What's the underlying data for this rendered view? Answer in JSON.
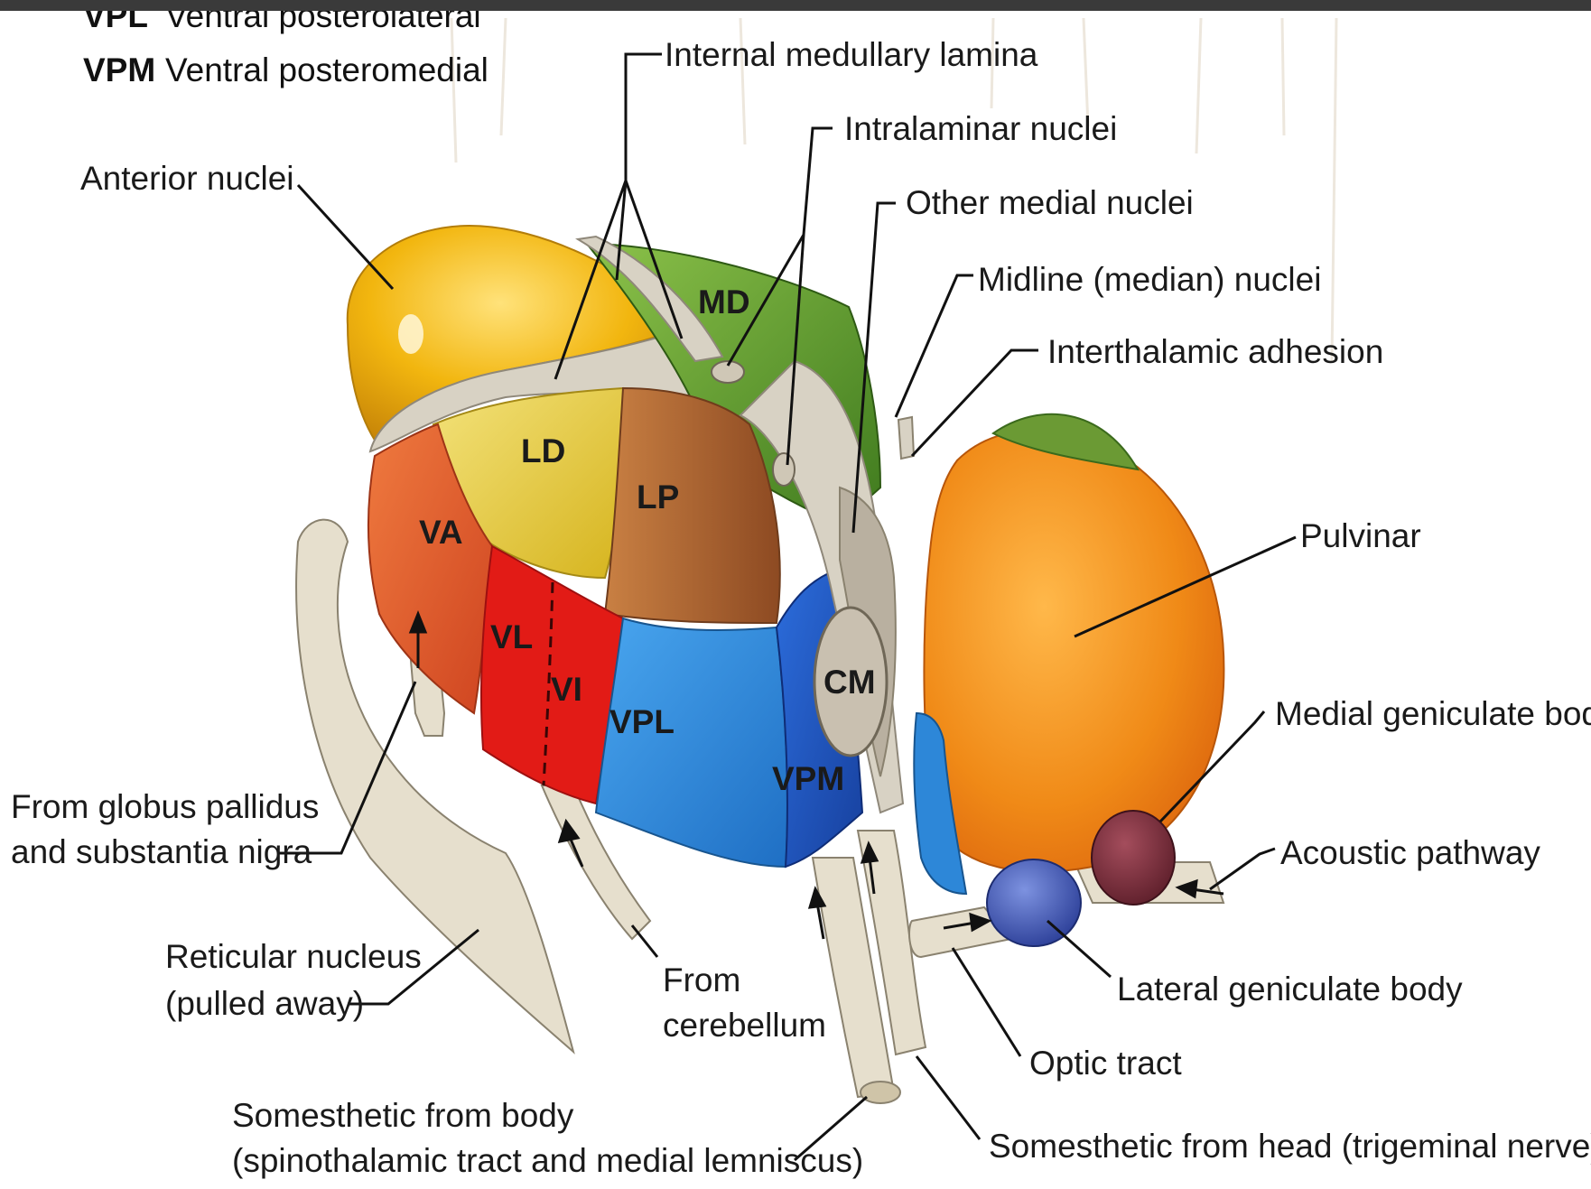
{
  "legend": {
    "items": [
      {
        "abbr": "VPL",
        "desc": "Ventral posterolateral"
      },
      {
        "abbr": "VPM",
        "desc": "Ventral posteromedial"
      }
    ]
  },
  "labels": {
    "internal_medullary_lamina": "Internal medullary lamina",
    "intralaminar_nuclei": "Intralaminar nuclei",
    "other_medial_nuclei": "Other medial nuclei",
    "midline_nuclei": "Midline (median) nuclei",
    "interthalamic_adhesion": "Interthalamic adhesion",
    "anterior_nuclei": "Anterior nuclei",
    "pulvinar": "Pulvinar",
    "medial_geniculate": "Medial geniculate body",
    "acoustic_pathway": "Acoustic pathway",
    "lateral_geniculate": "Lateral geniculate body",
    "optic_tract": "Optic tract",
    "from_globus_line1": "From globus pallidus",
    "from_globus_line2": "and substantia nigra",
    "reticular_line1": "Reticular nucleus",
    "reticular_line2": "(pulled away)",
    "from_cerebellum_line1": "From",
    "from_cerebellum_line2": "cerebellum",
    "somesthetic_body_line1": "Somesthetic from body",
    "somesthetic_body_line2": "(spinothalamic tract and medial lemniscus)",
    "somesthetic_head": "Somesthetic from head (trigeminal nerve)"
  },
  "nuclei": {
    "md": "MD",
    "ld": "LD",
    "lp": "LP",
    "va": "VA",
    "vl": "VL",
    "vi": "VI",
    "vpl": "VPL",
    "vpm": "VPM",
    "cm": "CM"
  },
  "colors": {
    "anterior": "#f2b60f",
    "md": "#5f9a2c",
    "ld": "#e9d13c",
    "lp": "#b46b33",
    "lp_dark": "#8d4a22",
    "va": "#e2592c",
    "vl": "#e21b16",
    "vpl": "#2d87d8",
    "vpm": "#1f56c8",
    "cm": "#c9c0b0",
    "pulvinar": "#f08a17",
    "lateral_geniculate": "#3e59b8",
    "medial_geniculate": "#7a2c39",
    "lamina": "#d8d2c4"
  }
}
